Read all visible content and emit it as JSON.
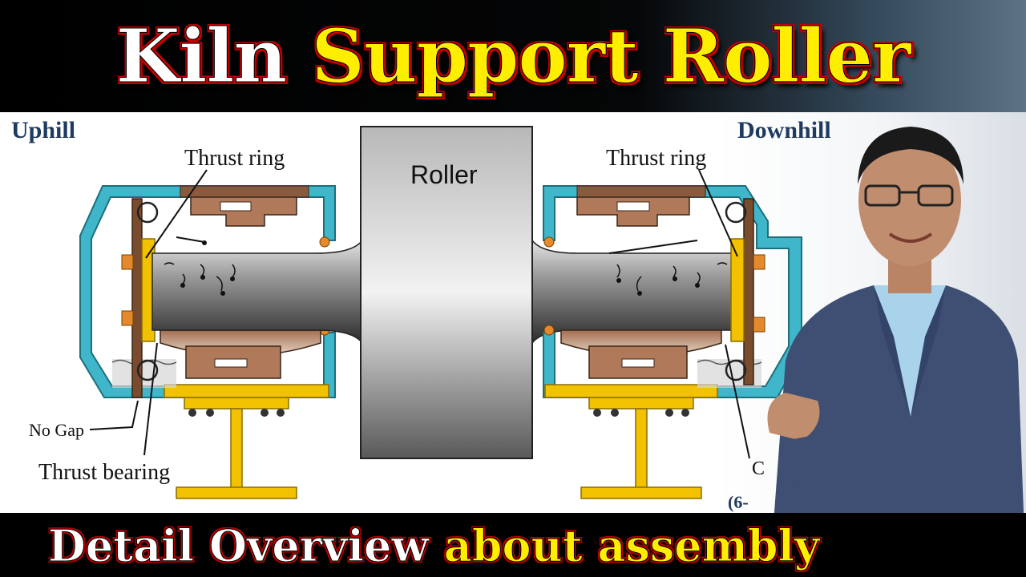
{
  "title": {
    "part1": "Kiln",
    "part2": "Support Roller"
  },
  "subtitle": {
    "part1": "Detail Overview",
    "part2": "about assembly"
  },
  "diagram": {
    "left_label": "Uphill",
    "right_label": "Downhill",
    "roller_label": "Roller",
    "thrust_ring_left": "Thrust ring",
    "thrust_ring_right": "Thrust ring",
    "no_gap": "No Gap",
    "thrust_bearing": "Thrust bearing",
    "partial_right_letter": "C",
    "partial_right_range": "(6-"
  },
  "colors": {
    "title_white": "#ffffff",
    "title_yellow": "#ffee00",
    "title_outline": "#c00000",
    "housing_teal": "#3fb6c9",
    "thrust_yellow": "#f2c100",
    "bearing_brown": "#b07a5a",
    "label_navy": "#1f3a5f"
  },
  "presenter": {
    "icon": "presenter-figure"
  }
}
